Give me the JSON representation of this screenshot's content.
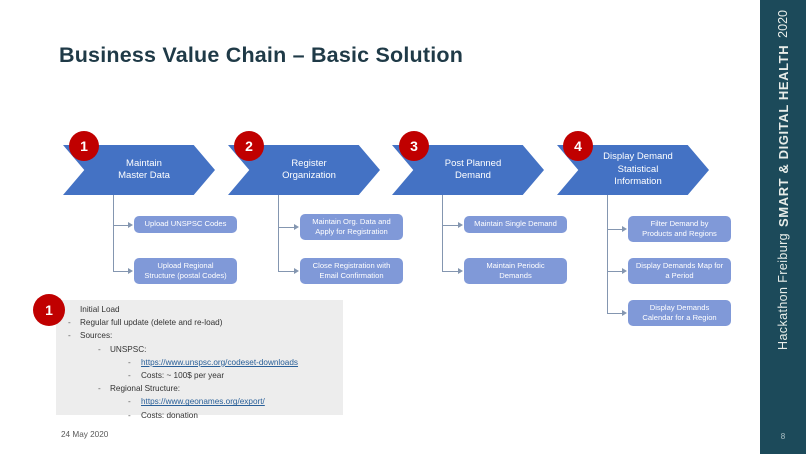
{
  "slide": {
    "title": "Business Value Chain – Basic Solution",
    "footer_date": "24 May 2020",
    "page_number": "8",
    "colors": {
      "chevron_blue": "#4472C4",
      "subbox_blue": "#8099D8",
      "badge_red": "#C00000",
      "title_dark": "#1F3A47",
      "note_panel_gray": "#EDEDED",
      "banner_teal": "#1C4A5A",
      "connector_gray": "#8496B0",
      "link_blue": "#2A6099"
    }
  },
  "value_chain": {
    "steps": [
      {
        "number": "1",
        "label": "Maintain\nMaster Data",
        "subtasks": [
          "Upload UNSPSC Codes",
          "Upload Regional\nStructure (postal Codes)"
        ]
      },
      {
        "number": "2",
        "label": "Register\nOrganization",
        "subtasks": [
          "Maintain Org. Data and\nApply for Registration",
          "Close Registration with\nEmail Confirmation"
        ]
      },
      {
        "number": "3",
        "label": "Post Planned\nDemand",
        "subtasks": [
          "Maintain Single Demand",
          "Maintain Periodic\nDemands"
        ]
      },
      {
        "number": "4",
        "label": "Display Demand\nStatistical\nInformation",
        "subtasks": [
          "Filter Demand by\nProducts and Regions",
          "Display Demands Map for\na Period",
          "Display Demands\nCalendar for a Region"
        ]
      }
    ]
  },
  "note": {
    "badge": "1",
    "lines": [
      {
        "indent": 0,
        "dash": false,
        "text": "Initial Load"
      },
      {
        "indent": 0,
        "dash": true,
        "text": "Regular full update (delete and re-load)"
      },
      {
        "indent": 0,
        "dash": true,
        "text": "Sources:"
      },
      {
        "indent": 1,
        "dash": true,
        "text": "UNSPSC:"
      },
      {
        "indent": 2,
        "dash": true,
        "text": "https://www.unspsc.org/codeset-downloads",
        "link": true
      },
      {
        "indent": 2,
        "dash": true,
        "text": "Costs: ~ 100$ per year"
      },
      {
        "indent": 1,
        "dash": true,
        "text": "Regional Structure:"
      },
      {
        "indent": 2,
        "dash": true,
        "text": "https://www.geonames.org/export/",
        "link": true
      },
      {
        "indent": 2,
        "dash": true,
        "text": "Costs: donation"
      }
    ]
  },
  "banner": {
    "event_name": "Hackathon Freiburg",
    "event_theme": "SMART & DIGITAL HEALTH",
    "year": "2020"
  }
}
